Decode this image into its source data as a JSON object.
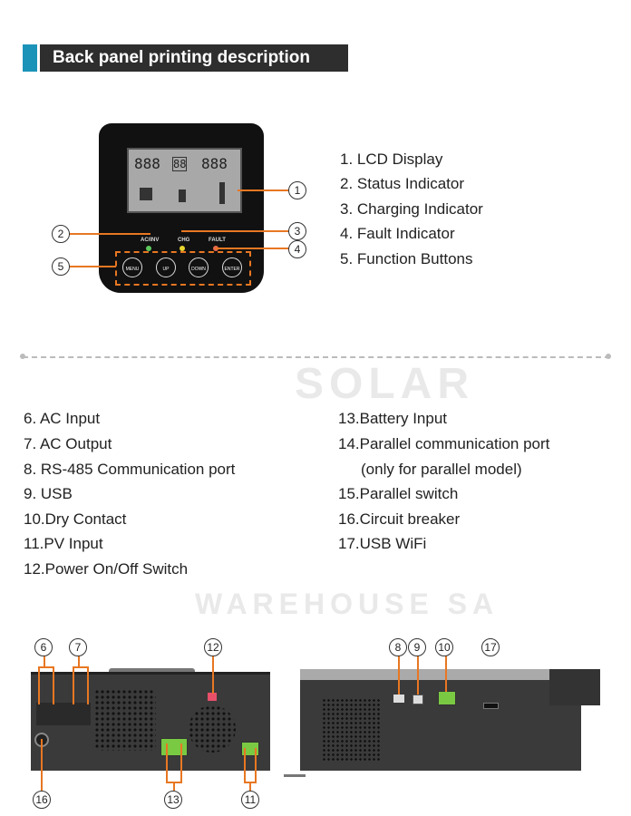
{
  "header": {
    "title": "Back panel printing description"
  },
  "front_panel": {
    "indicators": [
      {
        "label": "AC/INV",
        "color": "#5cc85c"
      },
      {
        "label": "CHG",
        "color": "#e8d52e"
      },
      {
        "label": "FAULT",
        "color": "#e86a4a"
      }
    ],
    "buttons": [
      "MENU",
      "UP",
      "DOWN",
      "ENTER"
    ],
    "lcd_digits": [
      "888",
      "88",
      "888"
    ]
  },
  "front_list": [
    "1.  LCD Display",
    "2.  Status Indicator",
    "3.  Charging Indicator",
    "4.  Fault Indicator",
    "5.  Function Buttons"
  ],
  "watermark": {
    "line1": "SOLAR",
    "line2": "WAREHOUSE SA"
  },
  "rear_list_left": [
    "6.  AC Input",
    "7.  AC Output",
    "8.  RS-485 Communication port",
    "9.  USB",
    "10.Dry Contact",
    "11.PV Input",
    "12.Power On/Off Switch"
  ],
  "rear_list_right": [
    "13.Battery Input",
    "14.Parallel communication port",
    "(only for parallel model)",
    "15.Parallel switch",
    "16.Circuit breaker",
    "17.USB WiFi"
  ],
  "callouts": {
    "c1": "1",
    "c2": "2",
    "c3": "3",
    "c4": "4",
    "c5": "5",
    "c6": "6",
    "c7": "7",
    "c8": "8",
    "c9": "9",
    "c10": "10",
    "c11": "11",
    "c12": "12",
    "c13": "13",
    "c16": "16",
    "c17": "17"
  },
  "colors": {
    "accent": "#1b93b8",
    "callout_line": "#e87722",
    "header_bg": "#2e2e2e"
  }
}
